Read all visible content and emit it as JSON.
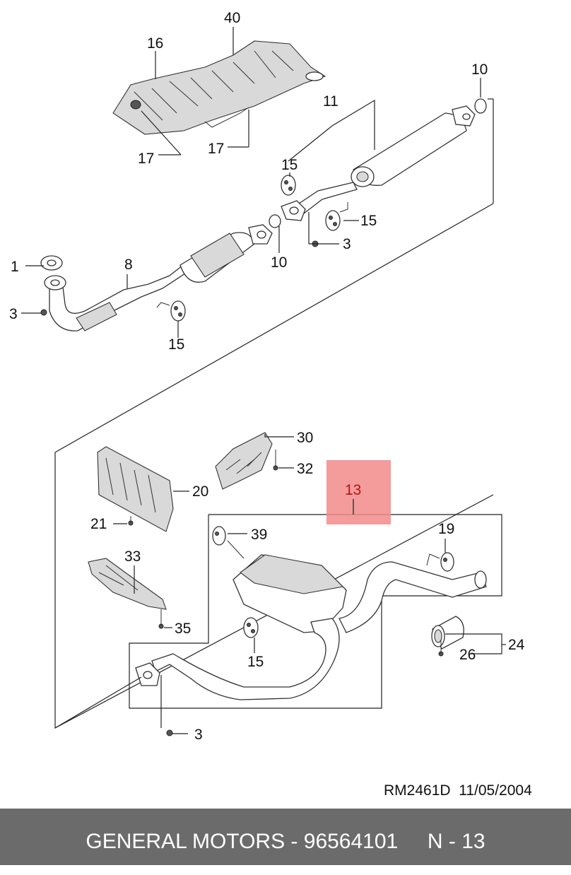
{
  "diagram": {
    "callouts": {
      "c40": "40",
      "c16": "16",
      "c17a": "17",
      "c17b": "17",
      "c10a": "10",
      "c11": "11",
      "c15a": "15",
      "c15b": "15",
      "c3a": "3",
      "c10b": "10",
      "c1": "1",
      "c8": "8",
      "c3b": "3",
      "c15c": "15",
      "c30": "30",
      "c32": "32",
      "c20": "20",
      "c13": "13",
      "c21": "21",
      "c39": "39",
      "c19": "19",
      "c33": "33",
      "c35": "35",
      "c15d": "15",
      "c24": "24",
      "c26": "26",
      "c3c": "3"
    },
    "highlight_color": "#f28a8a"
  },
  "ref_code": "RM2461D  11/05/2004",
  "footer": {
    "text": "GENERAL MOTORS - 96564101     N - 13",
    "bg_color": "#6b6b6b"
  }
}
